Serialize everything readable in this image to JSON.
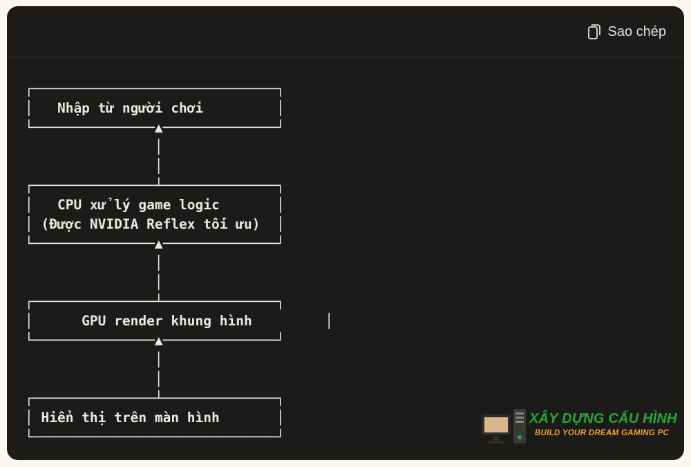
{
  "header": {
    "copy_label": "Sao chép"
  },
  "diagram": {
    "text": "┌──────────────────────────────┐\n│   Nhập từ người chơi         │\n└───────────────▲──────────────┘\n                │\n                │\n┌───────────────┴──────────────┐\n│   CPU xử lý game logic       │\n│ (Được NVIDIA Reflex tối ưu)  │\n└───────────────▲──────────────┘\n                │\n                │\n┌───────────────┴──────────────┐\n│      GPU render khung hình         │\n└───────────────▲──────────────┘\n                │\n                │\n┌───────────────┴──────────────┐\n│ Hiển thị trên màn hình       │\n└──────────────────────────────┘"
  },
  "watermark": {
    "title": "XÂY DỰNG CẤU HÌNH",
    "tagline": "BUILD YOUR DREAM GAMING PC",
    "logo_icon": "computer-icon",
    "colors": {
      "title": "#2e9e3a",
      "tagline": "#f2a23a"
    }
  },
  "colors": {
    "panel_background": "#1c1b1a",
    "page_background": "#faf6f0",
    "text": "#ece9e3"
  }
}
